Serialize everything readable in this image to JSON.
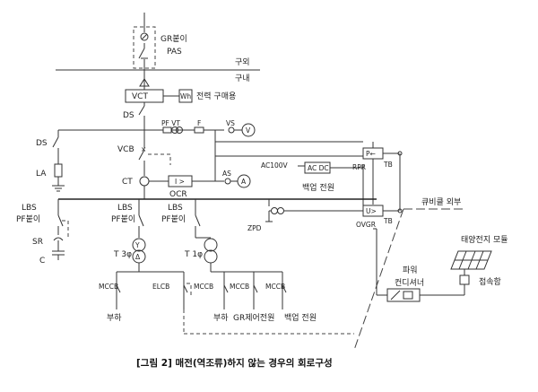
{
  "labels": {
    "gr_pas_1": "GR붙이",
    "gr_pas_2": "PAS",
    "outside": "구외",
    "inside": "구내",
    "vct": "VCT",
    "wh": "Wh",
    "power_purchase": "전력 구매용",
    "ds_main": "DS",
    "ds_left": "DS",
    "la": "LA",
    "pf_vt": "PF VT",
    "f": "F",
    "vs": "VS",
    "v_meter": "V",
    "vcb": "VCB",
    "p_relay": "P←",
    "rpr": "RPR",
    "tb1": "TB",
    "ac100v": "AC100V",
    "ac_dc": "AC DC",
    "backup_power_top": "백업 전원",
    "ct": "CT",
    "ocr_box": "I >",
    "ocr": "OCR",
    "as": "AS",
    "a_meter": "A",
    "lbs1_1": "LBS",
    "lbs1_2": "PF붙이",
    "lbs2_1": "LBS",
    "lbs2_2": "PF붙이",
    "lbs3_1": "LBS",
    "lbs3_2": "PF붙이",
    "zpd": "ZPD",
    "u_relay": "U>",
    "tb2": "TB",
    "ovgr": "OVGR",
    "cubicle_outside": "큐비클 외부",
    "solar_module": "태양전지 모듈",
    "sr": "SR",
    "c": "C",
    "t3": "T 3φ",
    "t1": "T 1φ",
    "power_conditioner_1": "파워",
    "power_conditioner_2": "컨디셔너",
    "junction_box": "접속함",
    "mccb1": "MCCB",
    "elcb": "ELCB",
    "mccb2": "MCCB",
    "mccb3": "MCCB",
    "mccb4": "MCCB",
    "load1": "부하",
    "load2": "부하",
    "gr_control_power": "GR제어전원",
    "backup_power_bottom": "백업 전원"
  },
  "caption": "[그림 2] 매전(역조류)하지 않는 경우의 회로구성"
}
